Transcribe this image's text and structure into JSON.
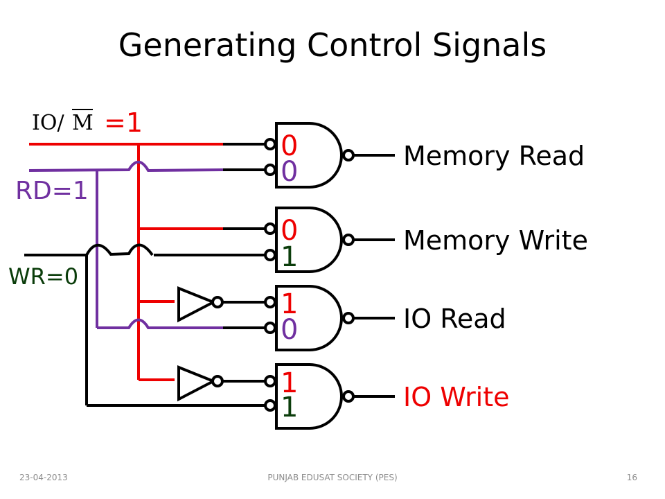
{
  "slide": {
    "title": "Generating Control Signals",
    "footer": {
      "date": "23-04-2013",
      "organization": "PUNJAB EDUSAT SOCIETY (PES)",
      "page_number": "16"
    }
  },
  "colors": {
    "io_m_signal": "#ee0000",
    "rd_signal": "#7030a0",
    "wr_signal": "#0b3d0b",
    "wire": "#000000",
    "highlight_output": "#ee0000"
  },
  "inputs": {
    "io_m": {
      "label_io": "IO/",
      "label_m": "M",
      "value_text": "=1"
    },
    "rd": {
      "label": "RD=1"
    },
    "wr": {
      "label": "WR=0"
    }
  },
  "gates": [
    {
      "name": "memory-read",
      "inputs": [
        "0",
        "0"
      ],
      "input_colors": [
        "io_m",
        "rd"
      ],
      "output_label": "Memory Read",
      "inverter_on_io_m": false,
      "active": false
    },
    {
      "name": "memory-write",
      "inputs": [
        "0",
        "1"
      ],
      "input_colors": [
        "io_m",
        "wr"
      ],
      "output_label": "Memory Write",
      "inverter_on_io_m": false,
      "active": false
    },
    {
      "name": "io-read",
      "inputs": [
        "1",
        "0"
      ],
      "input_colors": [
        "io_m",
        "rd"
      ],
      "output_label": "IO Read",
      "inverter_on_io_m": true,
      "active": false
    },
    {
      "name": "io-write",
      "inputs": [
        "1",
        "1"
      ],
      "input_colors": [
        "io_m",
        "wr"
      ],
      "output_label": "IO Write",
      "inverter_on_io_m": true,
      "active": true
    }
  ]
}
